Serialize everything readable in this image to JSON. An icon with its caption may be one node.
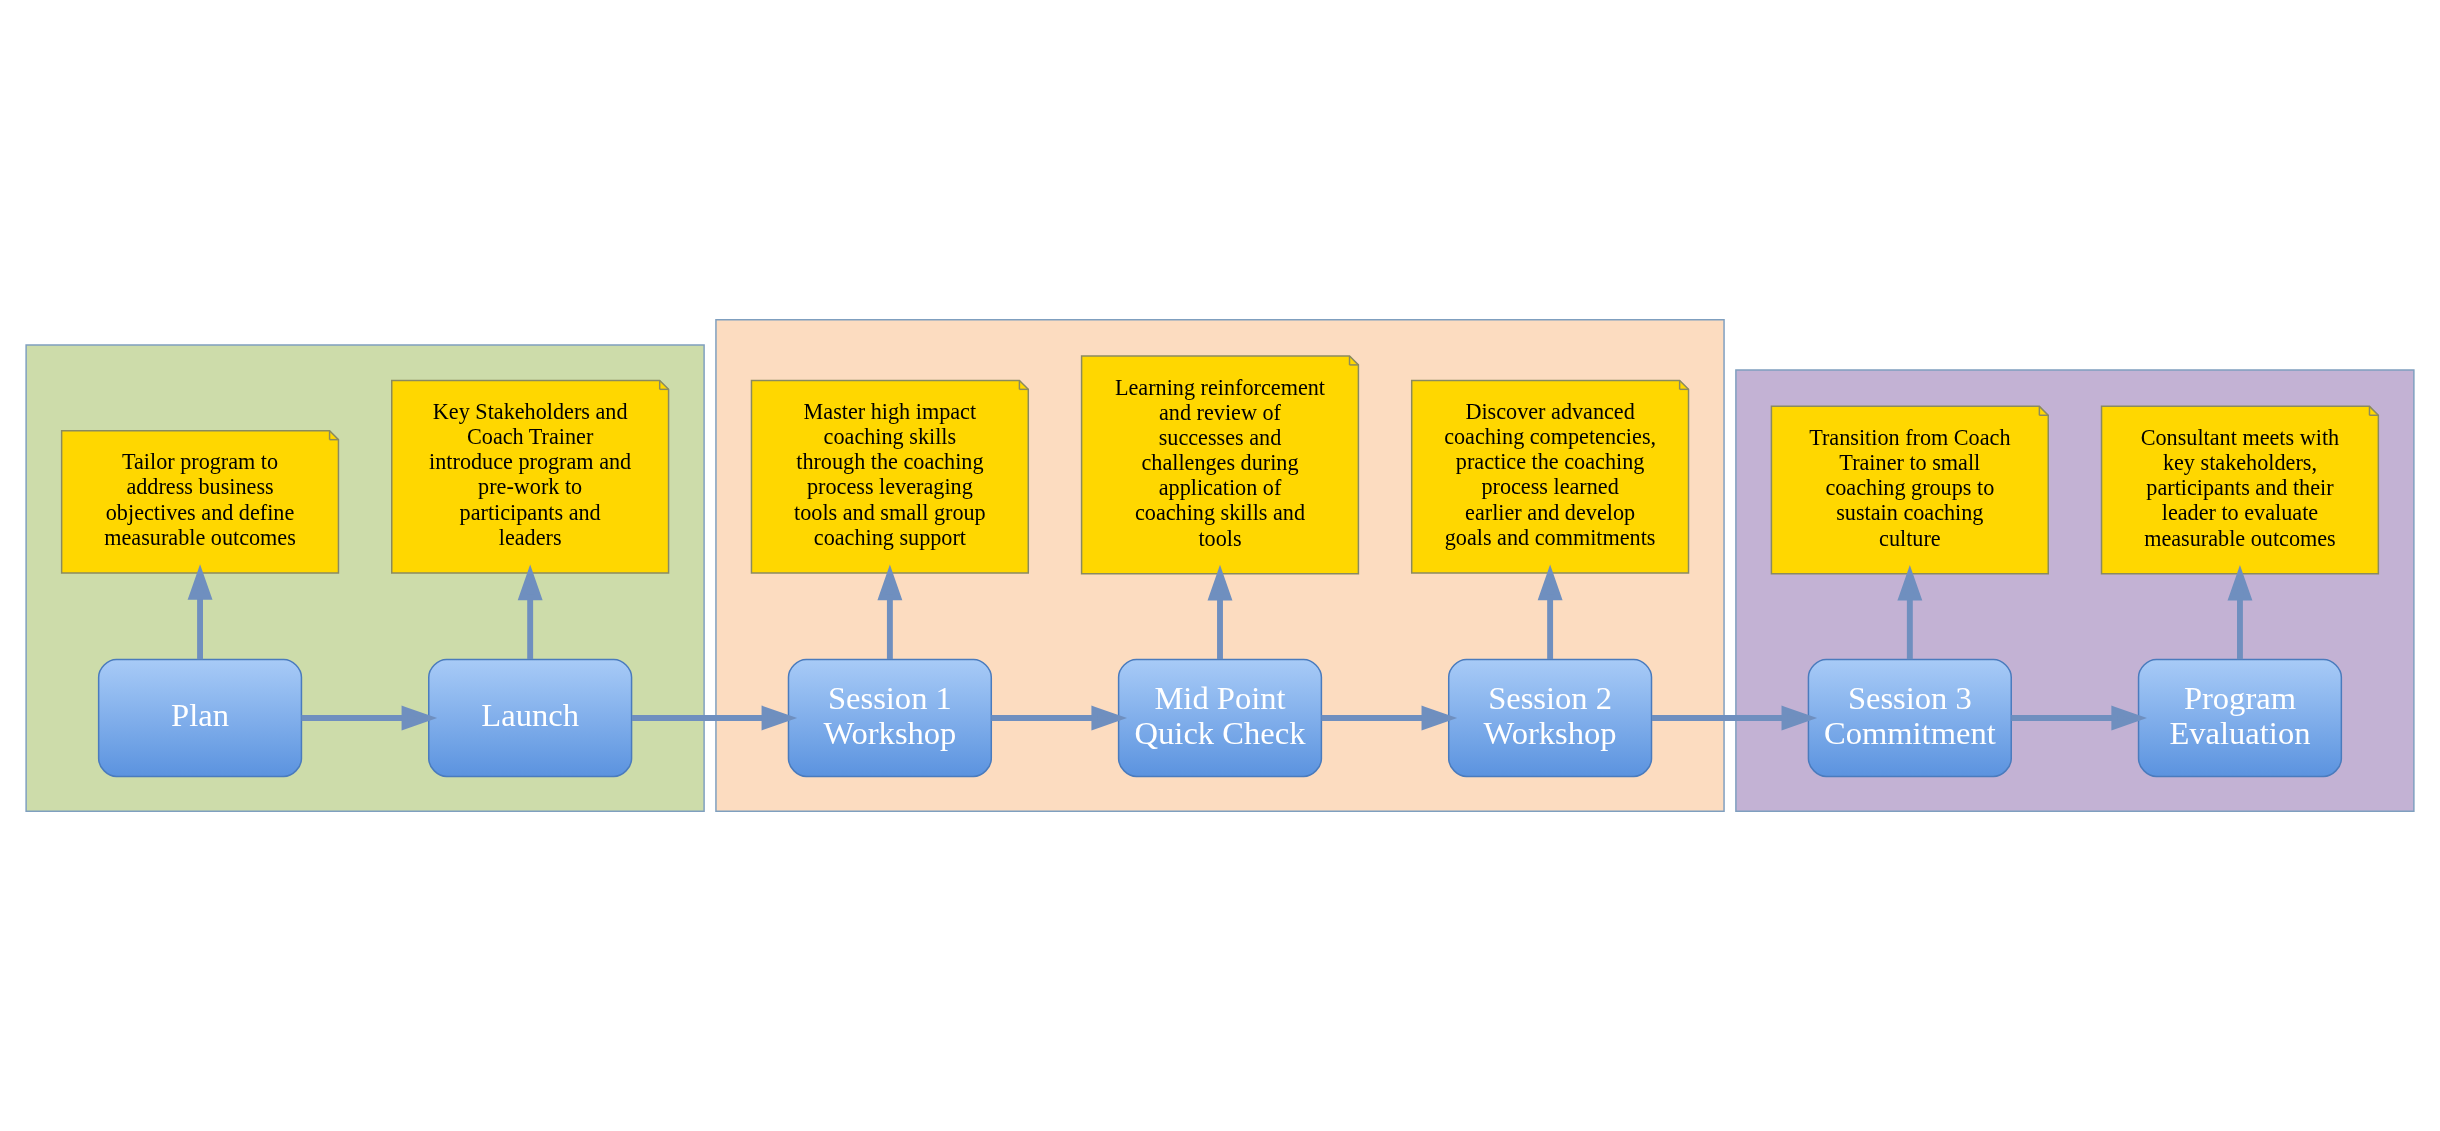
{
  "diagram": {
    "nodes": [
      {
        "text": [],
        "shape": "band"
      },
      {
        "text": [],
        "shape": "band"
      },
      {
        "text": [],
        "shape": "band"
      },
      {
        "text": [
          "Plan"
        ],
        "in": 0
      },
      {
        "text": [
          "Launch"
        ],
        "in": 0
      },
      {
        "text": [
          "Tailor program to address business objectives and define measurable outcomes"
        ],
        "in": 0
      },
      {
        "text": [
          "Key Stakeholders and Coach Trainer introduce program and pre-work to participants and leaders"
        ],
        "in": 0
      },
      {
        "text": [
          "Session 1 Workshop"
        ],
        "in": 1
      },
      {
        "text": [
          "Mid Point Quick Check"
        ],
        "in": 1
      },
      {
        "text": [
          "Session 2 Workshop"
        ],
        "in": 1
      },
      {
        "text": [
          "Master high impact coaching skills through the coaching process leveraging tools and small group coaching support"
        ],
        "in": 1
      },
      {
        "text": [
          "Learning reinforcement and review of successes and challenges during application of coaching skills and tools"
        ],
        "in": 1
      },
      {
        "text": [
          "Discover advanced coaching competencies, practice the coaching process learned earlier and develop goals and commitments"
        ],
        "in": 1
      },
      {
        "text": [
          "Session 3 Commitment"
        ],
        "in": 2
      },
      {
        "text": [
          "Program Evaluation"
        ],
        "in": 2
      },
      {
        "text": [
          "Transition from Coach Trainer to small coaching groups to sustain coaching culture"
        ],
        "in": 2
      },
      {
        "text": [
          "Consultant meets with key stakeholders, participants and their leader to evaluate measurable outcomes"
        ],
        "in": 2
      }
    ],
    "edges": [
      {
        "from": 3,
        "to": 4,
        "arrow": "to"
      },
      {
        "from": 4,
        "to": 7,
        "arrow": "to"
      },
      {
        "from": 7,
        "to": 8,
        "arrow": "to"
      },
      {
        "from": 8,
        "to": 9,
        "arrow": "to"
      },
      {
        "from": 9,
        "to": 13,
        "arrow": "to"
      },
      {
        "from": 13,
        "to": 14,
        "arrow": "to"
      },
      {
        "from": 3,
        "to": 5,
        "arrow": "to"
      },
      {
        "from": 4,
        "to": 6,
        "arrow": "to"
      },
      {
        "from": 7,
        "to": 10,
        "arrow": "to"
      },
      {
        "from": 8,
        "to": 11,
        "arrow": "to"
      },
      {
        "from": 9,
        "to": 12,
        "arrow": "to"
      },
      {
        "from": 13,
        "to": 15,
        "arrow": "to"
      },
      {
        "from": 14,
        "to": 16,
        "arrow": "to"
      }
    ]
  }
}
